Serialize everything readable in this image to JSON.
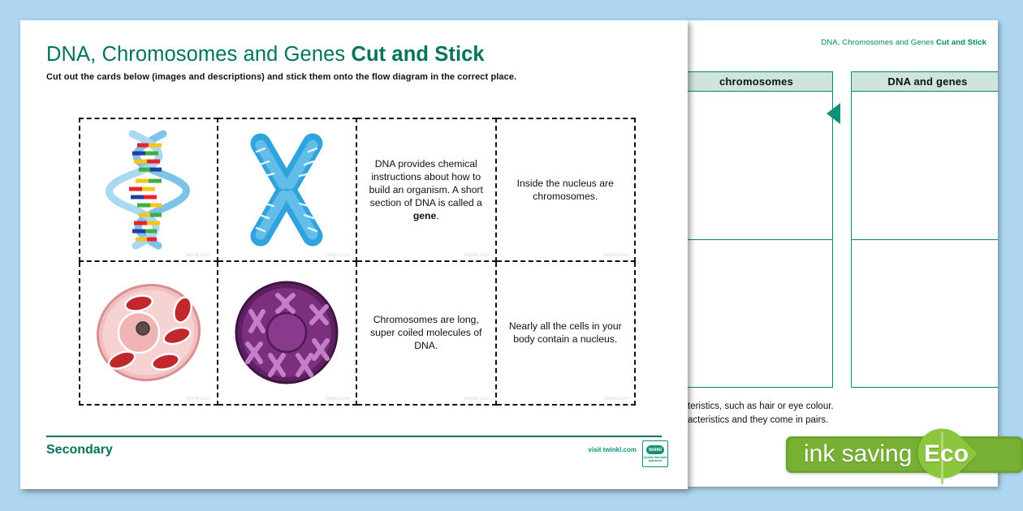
{
  "background_color": "#aed6f1",
  "front_sheet": {
    "title_regular": "DNA, Chromosomes and Genes ",
    "title_bold": "Cut and Stick",
    "subtitle": "Cut out the cards below (images and descriptions) and stick them onto the flow diagram in the correct place.",
    "cards": [
      {
        "type": "image",
        "name": "dna-double-helix",
        "watermark": "twinkl.com"
      },
      {
        "type": "image",
        "name": "chromosome-x-shape",
        "watermark": "twinkl.com"
      },
      {
        "type": "text",
        "text_before": "DNA provides chemical instructions about how to build an organism. A short section of DNA is called a ",
        "bold_word": "gene",
        "text_after": ".",
        "watermark": "twinkl.com"
      },
      {
        "type": "text",
        "text_before": "Inside the nucleus are chromosomes.",
        "bold_word": "",
        "text_after": "",
        "watermark": "twinkl.com"
      },
      {
        "type": "image",
        "name": "animal-cell",
        "watermark": "twinkl.com"
      },
      {
        "type": "image",
        "name": "nucleus-with-chromosomes",
        "watermark": "twinkl.com"
      },
      {
        "type": "text",
        "text_before": "Chromosomes are long, super coiled molecules of DNA.",
        "bold_word": "",
        "text_after": "",
        "watermark": "twinkl.com"
      },
      {
        "type": "text",
        "text_before": "Nearly all the cells in your body contain a nucleus.",
        "bold_word": "",
        "text_after": "",
        "watermark": "twinkl.com"
      }
    ],
    "footer": {
      "level_label": "Secondary",
      "visit_text": "visit twinkl.com",
      "badge_word": "twinkl",
      "badge_sub1": "Quality Standard",
      "badge_sub2": "Approved"
    }
  },
  "back_sheet": {
    "header_regular": "DNA, Chromosomes and Genes ",
    "header_bold": "Cut and Stick",
    "columns": [
      {
        "heading": "chromosomes"
      },
      {
        "heading": "DNA and genes"
      }
    ],
    "clipped_text_line1": "teristics, such as hair or eye colour.",
    "clipped_text_line2": "acteristics and they come in pairs."
  },
  "eco_badge": {
    "ink_saving_label": "ink saving",
    "eco_label": "Eco",
    "bar_color": "#77b033",
    "leaf_color": "#8cc63e"
  },
  "colors": {
    "teal": "#00735c",
    "teal_light": "#0e9177",
    "header_fill": "#cfe5dc",
    "border_green": "#00886c"
  }
}
